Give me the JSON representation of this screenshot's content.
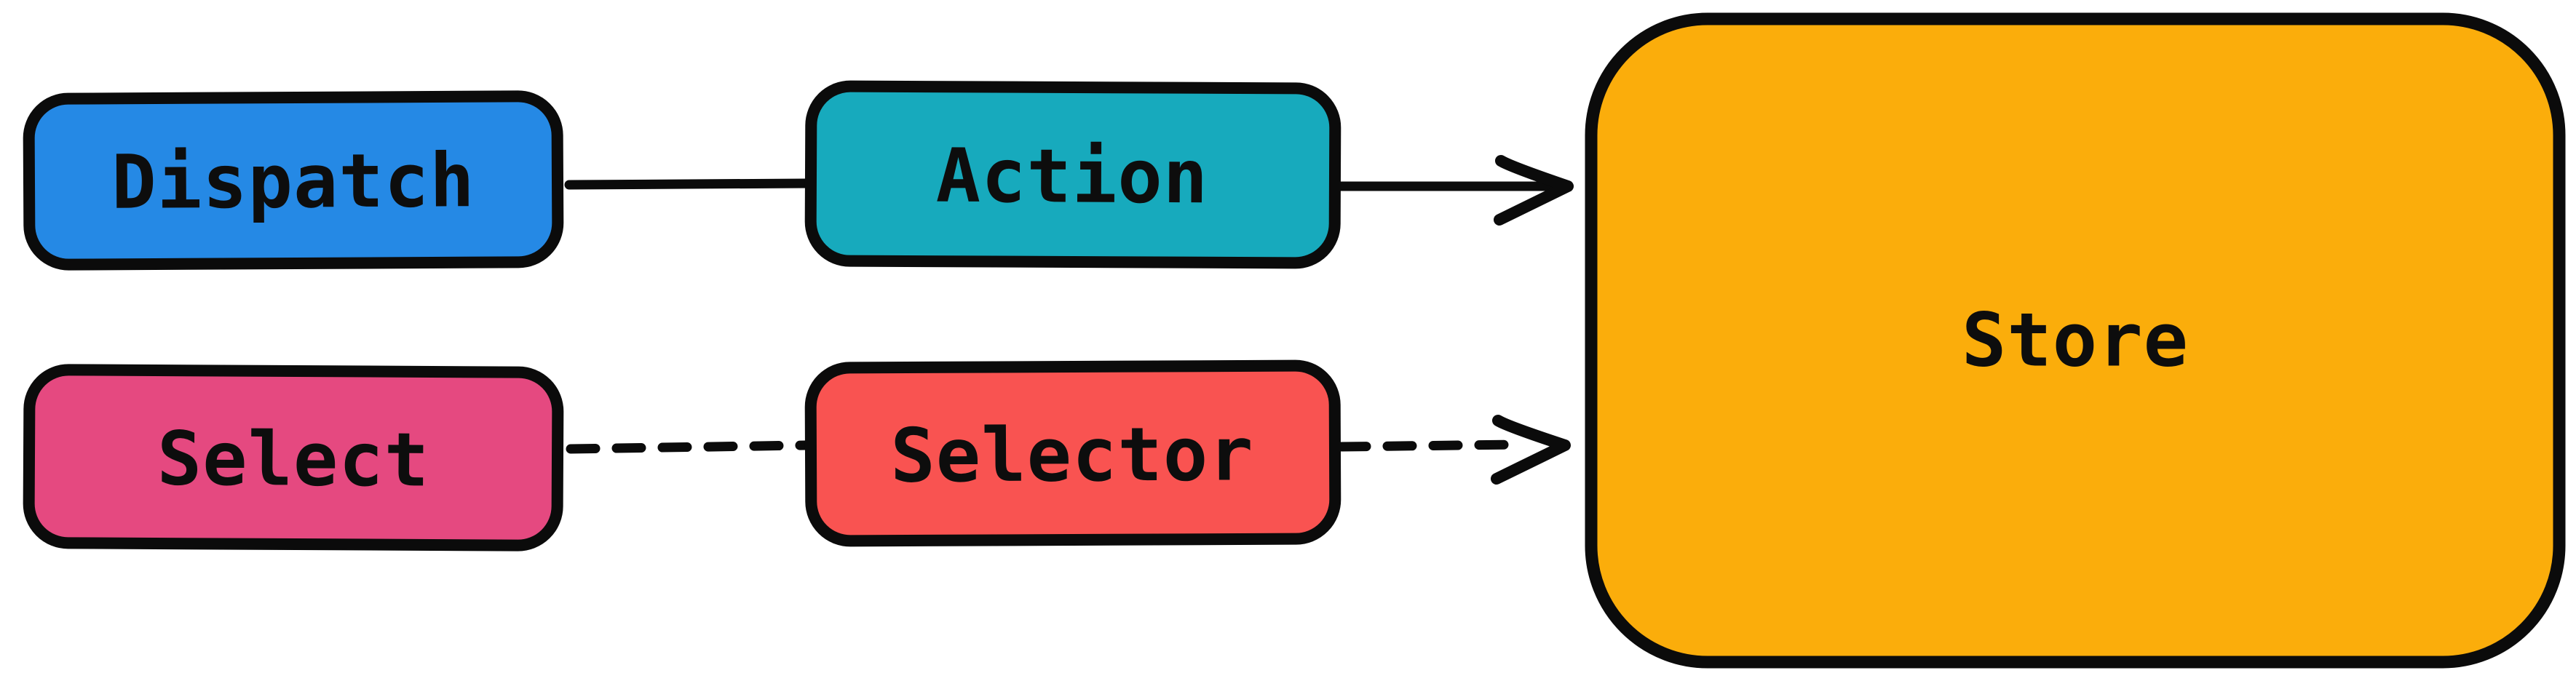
{
  "canvas": {
    "background": "#ffffff",
    "stroke": "#0b0b0b",
    "text_color": "#0d0d0d"
  },
  "nodes": {
    "dispatch": {
      "label": "Dispatch",
      "fill": "#2589e5"
    },
    "action": {
      "label": "Action",
      "fill": "#17aabd"
    },
    "store": {
      "label": "Store",
      "fill": "#fbad0b"
    },
    "select": {
      "label": "Select",
      "fill": "#e54980"
    },
    "selector": {
      "label": "Selector",
      "fill": "#f95351"
    }
  },
  "edges": [
    {
      "name": "dispatch-to-action",
      "style": "solid",
      "arrowhead": false
    },
    {
      "name": "action-to-store",
      "style": "solid",
      "arrowhead": true
    },
    {
      "name": "select-to-selector",
      "style": "dashed",
      "arrowhead": false
    },
    {
      "name": "selector-to-store",
      "style": "dashed",
      "arrowhead": true
    }
  ]
}
